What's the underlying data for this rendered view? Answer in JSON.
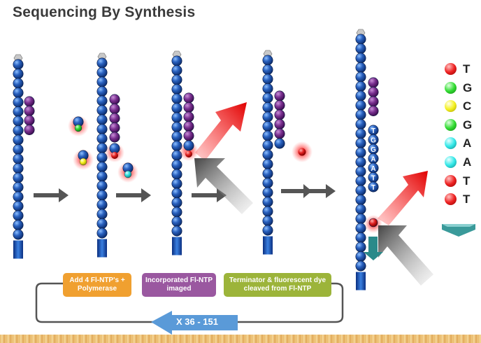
{
  "title": "Sequencing By Synthesis",
  "cycle_steps": [
    {
      "label": "Add 4 Fl-NTP's + Polymerase",
      "color": "#f0a030"
    },
    {
      "label": "Incorporated Fl-NTP imaged",
      "color": "#9a58a0"
    },
    {
      "label": "Terminator & fluorescent dye cleaved from Fl-NTP",
      "color": "#9cb43a"
    }
  ],
  "repeat_label": "X 36 - 151",
  "sequence_read": [
    {
      "base": "T",
      "color": "#ee2222"
    },
    {
      "base": "G",
      "color": "#33dd33"
    },
    {
      "base": "C",
      "color": "#f4f020"
    },
    {
      "base": "G",
      "color": "#33dd33"
    },
    {
      "base": "A",
      "color": "#33e8e8"
    },
    {
      "base": "A",
      "color": "#33e8e8"
    },
    {
      "base": "T",
      "color": "#ee2222"
    },
    {
      "base": "T",
      "color": "#ee2222"
    }
  ],
  "synthesized_strand_letters": [
    "T",
    "G",
    "G",
    "A",
    "A",
    "T",
    "T"
  ],
  "colors": {
    "template_bead": "#1a4fa0",
    "primer_bead": "#6a2a7a",
    "arrow_gray": "#555555",
    "laser_red": "#e02020",
    "cycle_arrow": "#5a9ad8"
  }
}
